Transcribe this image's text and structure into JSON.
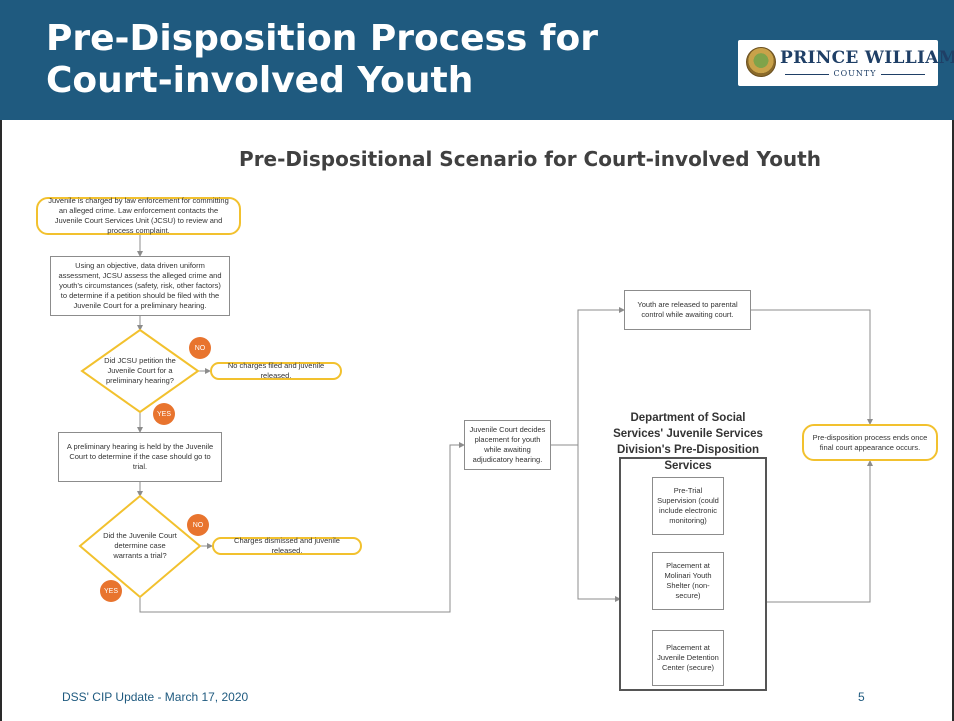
{
  "header": {
    "title": "Pre-Disposition Process for Court-involved Youth",
    "logo_name": "PRINCE WILLIAM",
    "logo_sub": "COUNTY"
  },
  "diagram": {
    "title": "Pre-Dispositional Scenario for Court-involved Youth",
    "nodes": {
      "start": "Juvenile is charged by law enforcement for committing an alleged crime. Law enforcement contacts the Juvenile Court Services Unit (JCSU) to review and process complaint.",
      "assess": "Using an objective, data driven uniform assessment, JCSU assess the alleged crime and youth's circumstances (safety, risk, other factors) to determine if a petition should be filed with the Juvenile Court for a preliminary hearing.",
      "decision1": "Did JCSU petition the Juvenile Court for a preliminary hearing?",
      "no_charges": "No charges filed and juvenile released.",
      "hearing": "A preliminary hearing is held by the Juvenile Court to determine if the case should go to trial.",
      "decision2": "Did the Juvenile Court determine case warrants a trial?",
      "dismissed": "Charges dismissed and juvenile released.",
      "court_decides": "Juvenile Court decides placement for youth while awaiting adjudicatory hearing.",
      "parental": "Youth are released to parental control while awaiting court.",
      "dss_title": "Department of Social Services' Juvenile Services Division's Pre-Disposition Services",
      "pretrial": "Pre-Trial Supervision (could include electronic monitoring)",
      "molinari": "Placement at Molinari Youth Shelter (non-secure)",
      "detention": "Placement at Juvenile Detention Center (secure)",
      "end": "Pre-disposition process ends once final court appearance occurs."
    },
    "labels": {
      "no": "NO",
      "yes": "YES"
    },
    "colors": {
      "accent": "#f2c12e",
      "badge": "#e8742e",
      "header": "#1f5a7f",
      "line": "#8c8c8c"
    }
  },
  "footer": {
    "left": "DSS' CIP Update - March 17, 2020",
    "page": "5"
  }
}
